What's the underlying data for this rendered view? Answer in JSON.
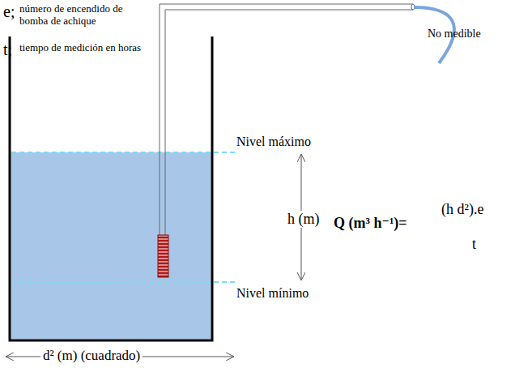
{
  "diagram": {
    "labels": [
      "e;",
      "número de encendido de bomba de achique",
      "t;",
      "tiempo de medición en horas",
      "No medible",
      "Nivel máximo",
      "h (m)",
      "Nivel mínimo",
      "Q (m³ h⁻¹)=",
      "(h d²).e",
      "t",
      "d² (m) (cuadrado)"
    ]
  }
}
